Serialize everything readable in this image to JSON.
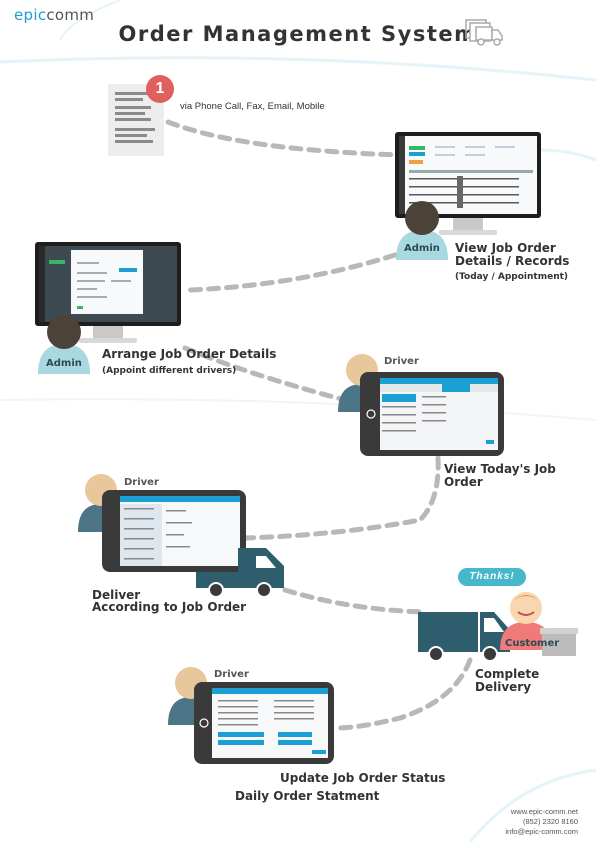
{
  "logo": {
    "part1": "epic",
    "part2": "comm"
  },
  "title": "Order Management System",
  "step1": {
    "number": "1",
    "channels": "via Phone Call, Fax, Email, Mobile"
  },
  "step2": {
    "role": "Admin",
    "line1": "View Job Order",
    "line2": "Details / Records",
    "note": "(Today / Appointment)"
  },
  "step3": {
    "role": "Admin",
    "line1": "Arrange Job Order Details",
    "note": "(Appoint different drivers)"
  },
  "step4": {
    "role": "Driver",
    "line1": "View Today's Job Order"
  },
  "step5": {
    "role": "Driver",
    "line1": "Deliver",
    "line2": "According to Job Order"
  },
  "step6": {
    "bubble": "Thanks!",
    "role": "Customer",
    "line1": "Complete Delivery"
  },
  "step7": {
    "role": "Driver",
    "line1": "Update Job Order Status",
    "line2": "Daily Order Statment"
  },
  "contact": {
    "website": "www.epic-comm.net",
    "phone": "(852) 2320 8160",
    "email": "info@epic-comm.com"
  },
  "colors": {
    "accent": "#1c9fd3",
    "path": "#b8b8b8",
    "truck": "#2e5e6e",
    "skin": "#e8c89a",
    "admin_body": "#a8d8e0",
    "badge": "#e05f5f",
    "bubble": "#47b8cb"
  }
}
